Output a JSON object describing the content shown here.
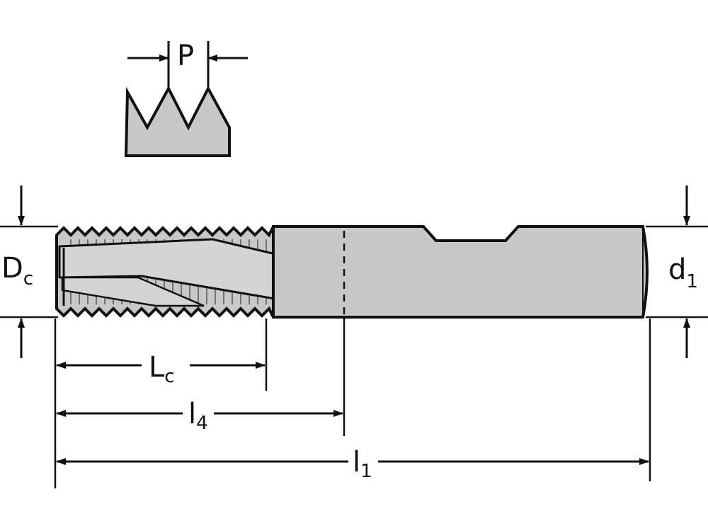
{
  "title": "Thread milling cutter dimension drawing",
  "labels": {
    "pitch": "P",
    "cutting_diameter": {
      "main": "D",
      "sub": "c"
    },
    "shank_diameter": {
      "main": "d",
      "sub": "1"
    },
    "cutting_length": {
      "main": "L",
      "sub": "c"
    },
    "usable_length": {
      "main": "l",
      "sub": "4"
    },
    "overall_length": {
      "main": "l",
      "sub": "1"
    }
  },
  "colors": {
    "fill": "#c8c8c8",
    "fill_light": "#d4d4d4",
    "line": "#111111"
  }
}
